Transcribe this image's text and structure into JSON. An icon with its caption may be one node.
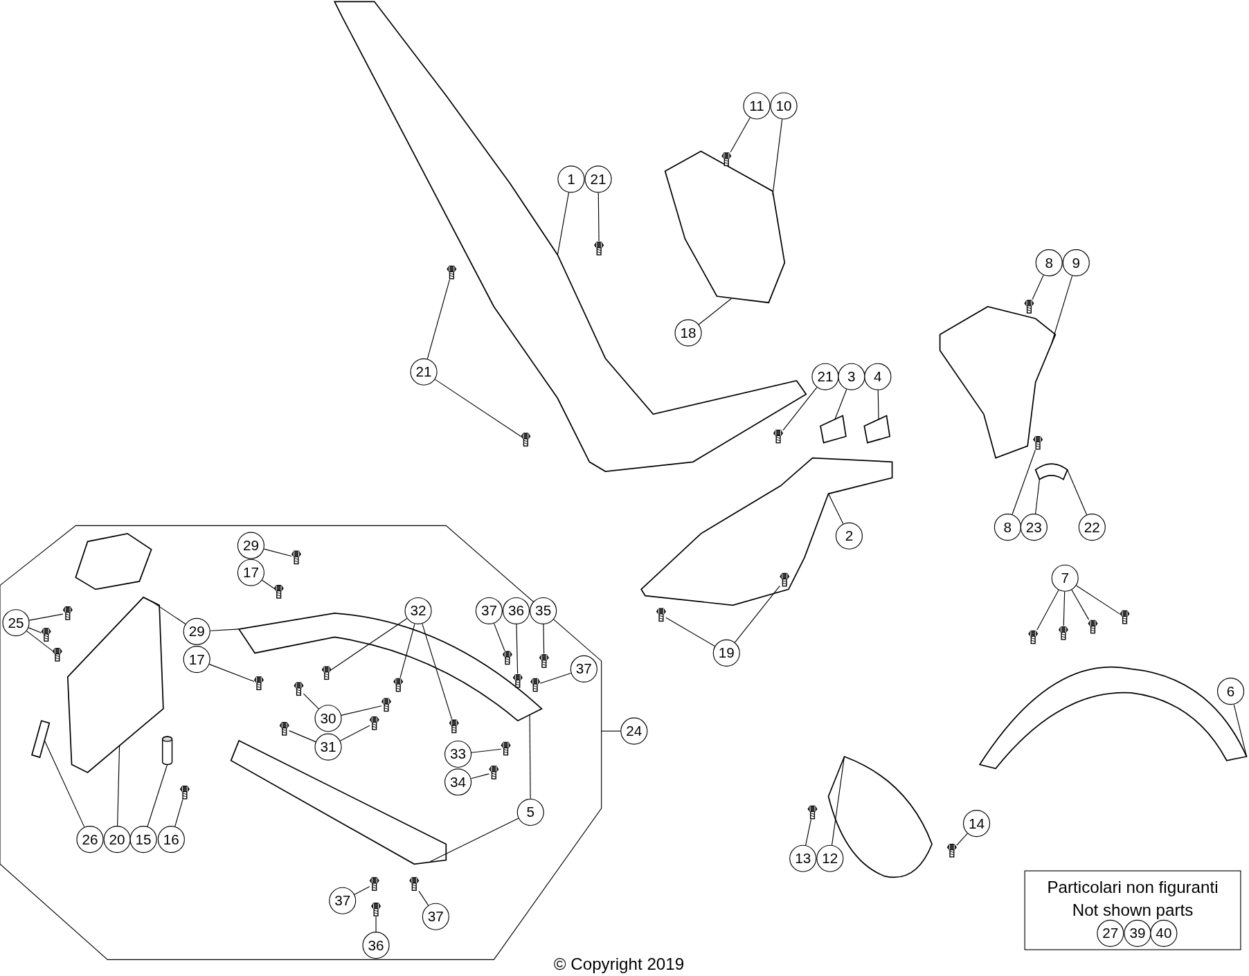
{
  "diagram": {
    "nodes": [
      {
        "text": [
          "11"
        ]
      },
      {
        "text": [
          "10"
        ]
      },
      {
        "text": [
          "1"
        ]
      },
      {
        "text": [
          "21"
        ]
      },
      {
        "text": [
          "8"
        ]
      },
      {
        "text": [
          "9"
        ]
      },
      {
        "text": [
          "21"
        ]
      },
      {
        "text": [
          "18"
        ]
      },
      {
        "text": [
          "21"
        ]
      },
      {
        "text": [
          "3"
        ]
      },
      {
        "text": [
          "4"
        ]
      },
      {
        "text": [
          "8"
        ]
      },
      {
        "text": [
          "23"
        ]
      },
      {
        "text": [
          "22"
        ]
      },
      {
        "text": [
          "2"
        ]
      },
      {
        "text": [],
        "shape": "octagon"
      },
      {
        "text": [
          "29"
        ],
        "in": 15
      },
      {
        "text": [
          "17"
        ],
        "in": 15
      },
      {
        "text": [
          "32"
        ],
        "in": 15
      },
      {
        "text": [
          "37"
        ],
        "in": 15
      },
      {
        "text": [
          "36"
        ],
        "in": 15
      },
      {
        "text": [
          "35"
        ],
        "in": 15
      },
      {
        "text": [
          "25"
        ],
        "in": 15
      },
      {
        "text": [
          "29"
        ],
        "in": 15
      },
      {
        "text": [
          "17"
        ],
        "in": 15
      },
      {
        "text": [
          "37"
        ],
        "in": 15
      },
      {
        "text": [
          "30"
        ],
        "in": 15
      },
      {
        "text": [
          "31"
        ],
        "in": 15
      },
      {
        "text": [
          "33"
        ],
        "in": 15
      },
      {
        "text": [
          "34"
        ],
        "in": 15
      },
      {
        "text": [
          "5"
        ],
        "in": 15
      },
      {
        "text": [
          "26"
        ],
        "in": 15
      },
      {
        "text": [
          "20"
        ],
        "in": 15
      },
      {
        "text": [
          "15"
        ],
        "in": 15
      },
      {
        "text": [
          "16"
        ],
        "in": 15
      },
      {
        "text": [
          "37"
        ],
        "in": 15
      },
      {
        "text": [
          "37"
        ],
        "in": 15
      },
      {
        "text": [
          "36"
        ],
        "in": 15
      },
      {
        "text": [
          "24"
        ]
      },
      {
        "text": [
          "7"
        ]
      },
      {
        "text": [
          "19"
        ]
      },
      {
        "text": [
          "6"
        ]
      },
      {
        "text": [
          "14"
        ]
      },
      {
        "text": [
          "13"
        ]
      },
      {
        "text": [
          "12"
        ]
      },
      {
        "text": [
          "Particolari non figuranti",
          "Not shown parts"
        ]
      },
      {
        "text": [
          "27"
        ],
        "in": 45
      },
      {
        "text": [
          "39"
        ],
        "in": 45
      },
      {
        "text": [
          "40"
        ],
        "in": 45
      },
      {
        "text": [],
        "shape": "picture"
      },
      {
        "text": [],
        "shape": "picture"
      },
      {
        "text": [],
        "shape": "picture"
      },
      {
        "text": [],
        "shape": "picture"
      },
      {
        "text": [],
        "shape": "picture"
      },
      {
        "text": [],
        "shape": "picture"
      },
      {
        "text": [],
        "shape": "picture",
        "in": 15
      },
      {
        "text": [],
        "shape": "picture",
        "in": 15
      },
      {
        "text": [],
        "shape": "picture"
      },
      {
        "text": [],
        "shape": "picture"
      },
      {
        "text": [],
        "shape": "picture",
        "in": 15
      },
      {
        "text": [],
        "shape": "cylinder",
        "in": 15
      },
      {
        "text": [],
        "shape": "picture"
      },
      {
        "text": [],
        "shape": "picture"
      },
      {
        "text": [],
        "shape": "picture"
      },
      {
        "text": [],
        "shape": "picture"
      },
      {
        "text": [],
        "shape": "picture"
      },
      {
        "text": [],
        "shape": "picture"
      },
      {
        "text": [],
        "shape": "picture"
      },
      {
        "text": [],
        "shape": "picture"
      },
      {
        "text": [],
        "shape": "picture",
        "in": 15
      },
      {
        "text": [],
        "shape": "picture",
        "in": 15
      },
      {
        "text": [],
        "shape": "picture",
        "in": 56
      },
      {
        "text": [],
        "shape": "picture",
        "in": 56
      },
      {
        "text": [],
        "shape": "picture",
        "in": 15
      },
      {
        "text": [],
        "shape": "picture",
        "in": 56
      },
      {
        "text": [],
        "shape": "picture",
        "in": 56
      },
      {
        "text": [],
        "shape": "picture",
        "in": 15
      },
      {
        "text": [],
        "shape": "picture",
        "in": 15
      },
      {
        "text": [],
        "shape": "picture",
        "in": 15
      },
      {
        "text": [],
        "shape": "picture",
        "in": 15
      },
      {
        "text": [],
        "shape": "picture",
        "in": 56
      },
      {
        "text": [],
        "shape": "picture",
        "in": 56
      },
      {
        "text": [],
        "shape": "picture",
        "in": 56
      },
      {
        "text": [],
        "shape": "picture",
        "in": 56
      },
      {
        "text": [],
        "shape": "picture",
        "in": 15
      },
      {
        "text": [],
        "shape": "picture",
        "in": 15
      },
      {
        "text": [],
        "shape": "picture",
        "in": 15
      },
      {
        "text": [],
        "shape": "picture",
        "in": 15
      },
      {
        "text": [],
        "shape": "picture",
        "in": 15
      },
      {
        "text": [],
        "shape": "picture",
        "in": 15
      },
      {
        "text": [],
        "shape": "picture",
        "in": 15
      },
      {
        "text": [],
        "shape": "picture",
        "in": 15
      },
      {
        "text": [],
        "shape": "picture"
      },
      {
        "text": [],
        "shape": "picture"
      },
      {
        "text": [],
        "shape": "picture"
      },
      {
        "text": [],
        "shape": "picture"
      },
      {
        "text": [],
        "shape": "picture"
      },
      {
        "text": [],
        "shape": "picture",
        "in": 52
      },
      {
        "text": [],
        "shape": "picture"
      },
      {
        "text": [],
        "shape": "picture"
      },
      {
        "text": [],
        "shape": "picture",
        "in": 15
      }
    ],
    "edges": [
      {
        "from": 0,
        "to": 62,
        "arrow": "none"
      },
      {
        "from": 1,
        "to": 50,
        "arrow": "none"
      },
      {
        "from": 2,
        "to": 49,
        "arrow": "none"
      },
      {
        "from": 3,
        "to": 63,
        "arrow": "none"
      },
      {
        "from": 4,
        "to": 64,
        "arrow": "none"
      },
      {
        "from": 5,
        "to": 51,
        "arrow": "none"
      },
      {
        "from": 6,
        "to": 65,
        "arrow": "none"
      },
      {
        "from": 6,
        "to": 66,
        "arrow": "none"
      },
      {
        "from": 7,
        "to": 50,
        "arrow": "none"
      },
      {
        "from": 8,
        "to": 67,
        "arrow": "none"
      },
      {
        "from": 9,
        "to": 57,
        "arrow": "none"
      },
      {
        "from": 10,
        "to": 58,
        "arrow": "none"
      },
      {
        "from": 11,
        "to": 68,
        "arrow": "none"
      },
      {
        "from": 12,
        "to": 61,
        "arrow": "none"
      },
      {
        "from": 13,
        "to": 61,
        "arrow": "none"
      },
      {
        "from": 14,
        "to": 52,
        "arrow": "none"
      },
      {
        "from": 16,
        "to": 69,
        "arrow": "none"
      },
      {
        "from": 17,
        "to": 70,
        "arrow": "none"
      },
      {
        "from": 18,
        "to": 71,
        "arrow": "none"
      },
      {
        "from": 18,
        "to": 72,
        "arrow": "none"
      },
      {
        "from": 18,
        "to": 73,
        "arrow": "none"
      },
      {
        "from": 19,
        "to": 74,
        "arrow": "none"
      },
      {
        "from": 20,
        "to": 75,
        "arrow": "none"
      },
      {
        "from": 21,
        "to": 76,
        "arrow": "none"
      },
      {
        "from": 22,
        "to": 77,
        "arrow": "none"
      },
      {
        "from": 22,
        "to": 78,
        "arrow": "none"
      },
      {
        "from": 22,
        "to": 79,
        "arrow": "none"
      },
      {
        "from": 23,
        "to": 55,
        "arrow": "none"
      },
      {
        "from": 23,
        "to": 56,
        "arrow": "none"
      },
      {
        "from": 24,
        "to": 80,
        "arrow": "none"
      },
      {
        "from": 25,
        "to": 81,
        "arrow": "none"
      },
      {
        "from": 26,
        "to": 82,
        "arrow": "none"
      },
      {
        "from": 26,
        "to": 83,
        "arrow": "none"
      },
      {
        "from": 27,
        "to": 84,
        "arrow": "none"
      },
      {
        "from": 27,
        "to": 85,
        "arrow": "none"
      },
      {
        "from": 28,
        "to": 86,
        "arrow": "none"
      },
      {
        "from": 29,
        "to": 87,
        "arrow": "none"
      },
      {
        "from": 30,
        "to": 56,
        "arrow": "none"
      },
      {
        "from": 30,
        "to": 100,
        "arrow": "none"
      },
      {
        "from": 31,
        "to": 59,
        "arrow": "none"
      },
      {
        "from": 32,
        "to": 55,
        "arrow": "none"
      },
      {
        "from": 33,
        "to": 60,
        "arrow": "none"
      },
      {
        "from": 34,
        "to": 88,
        "arrow": "none"
      },
      {
        "from": 35,
        "to": 89,
        "arrow": "none"
      },
      {
        "from": 36,
        "to": 90,
        "arrow": "none"
      },
      {
        "from": 37,
        "to": 91,
        "arrow": "none"
      },
      {
        "from": 38,
        "to": 15,
        "arrow": "none"
      },
      {
        "from": 39,
        "to": 92,
        "arrow": "none"
      },
      {
        "from": 39,
        "to": 93,
        "arrow": "none"
      },
      {
        "from": 39,
        "to": 94,
        "arrow": "none"
      },
      {
        "from": 39,
        "to": 95,
        "arrow": "none"
      },
      {
        "from": 40,
        "to": 96,
        "arrow": "none"
      },
      {
        "from": 40,
        "to": 97,
        "arrow": "none"
      },
      {
        "from": 41,
        "to": 53,
        "arrow": "none"
      },
      {
        "from": 42,
        "to": 98,
        "arrow": "none"
      },
      {
        "from": 43,
        "to": 99,
        "arrow": "none"
      },
      {
        "from": 44,
        "to": 54,
        "arrow": "none"
      }
    ],
    "labels": [
      "© Copyright 2019"
    ]
  }
}
